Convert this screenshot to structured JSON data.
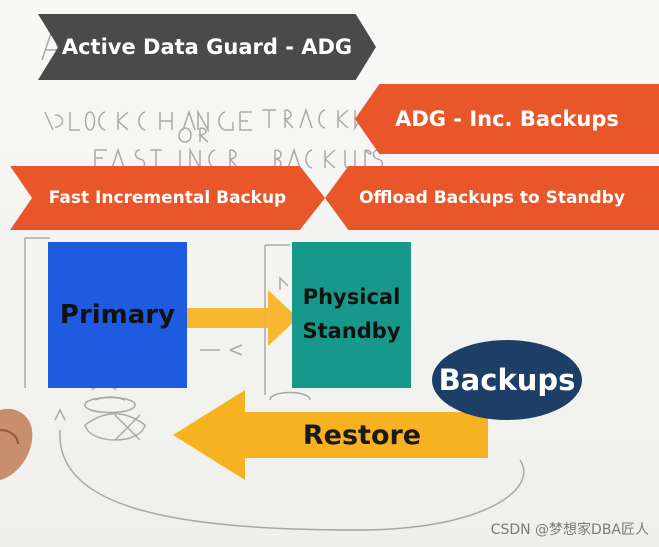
{
  "banners": {
    "title": "Active Data Guard - ADG",
    "inc_backups": "ADG - Inc. Backups",
    "fast_incremental": "Fast Incremental Backup",
    "offload": "Offload Backups to Standby"
  },
  "nodes": {
    "primary": "Primary",
    "standby_line1": "Physical",
    "standby_line2": "Standby",
    "backups": "Backups"
  },
  "edges": {
    "restore": "Restore"
  },
  "watermark": "CSDN @梦想家DBA匠人",
  "colors": {
    "title_banner": "#4a4a4a",
    "orange_banner": "#e8562a",
    "primary_box": "#1e5be0",
    "standby_box": "#17988a",
    "backups_ellipse": "#1d3e66",
    "arrow": "#f7b221"
  }
}
